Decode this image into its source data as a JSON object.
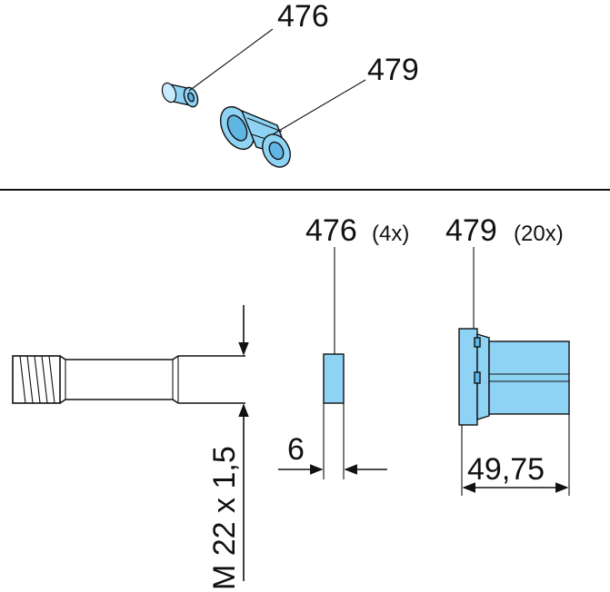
{
  "colors": {
    "part_fill": "#8fd3f4",
    "part_dark": "#5fb6e3",
    "ink": "#111111"
  },
  "callouts": {
    "top_bushing_number": "476",
    "top_nut_number": "479"
  },
  "details": {
    "bushing": {
      "number": "476",
      "quantity": "(4x)",
      "width_dim": "6"
    },
    "nut": {
      "number": "479",
      "quantity": "(20x)",
      "length_dim": "49,75"
    },
    "stud": {
      "thread_dim": "M 22 x 1,5"
    }
  }
}
